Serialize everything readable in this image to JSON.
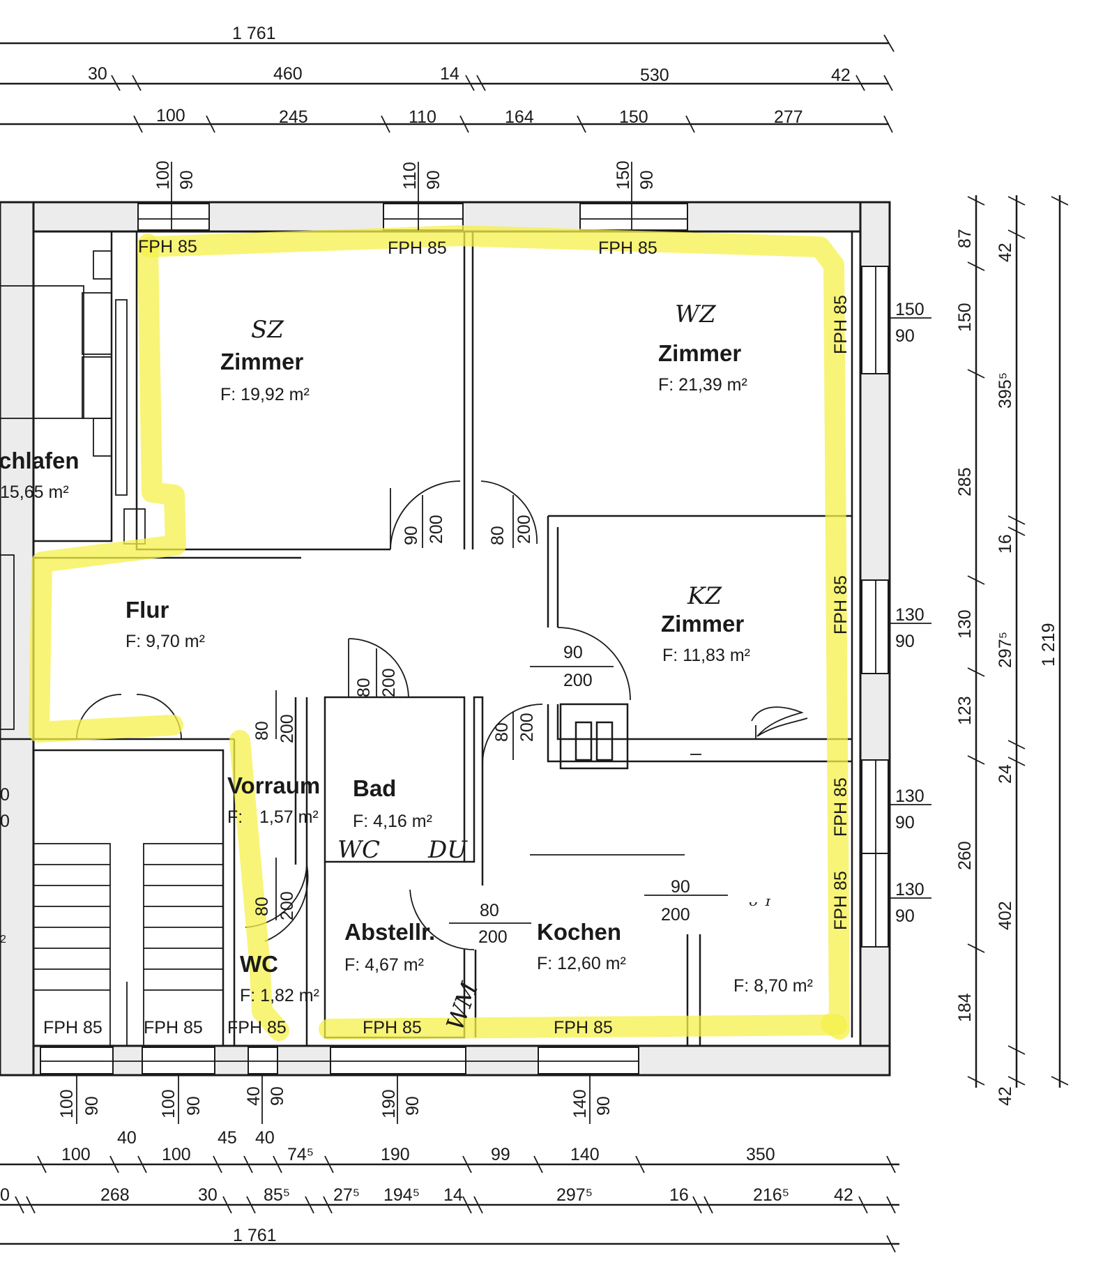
{
  "colors": {
    "highlighter": "#f5f04a",
    "ink": "#1a1a1a",
    "paper": "#ffffff",
    "wall_fill": "#ececec"
  },
  "rooms": {
    "zimmer_sz": {
      "hand": "SZ",
      "name": "Zimmer",
      "area": "F: 19,92 m²"
    },
    "zimmer_wz": {
      "hand": "WZ",
      "name": "Zimmer",
      "area": "F: 21,39 m²"
    },
    "zimmer_kz": {
      "hand": "KZ",
      "name": "Zimmer",
      "area": "F: 11,83 m²"
    },
    "schlafen": {
      "name": "chlafen",
      "area": "15,65 m²"
    },
    "flur": {
      "name": "Flur",
      "area": "F: 9,70 m²"
    },
    "vorraum": {
      "name": "Vorraum",
      "area_prefix": "F:",
      "area": "1,57 m²"
    },
    "bad": {
      "name": "Bad",
      "area": "F: 4,16 m²",
      "hand_wc": "WC",
      "hand_du": "DU"
    },
    "abstellr": {
      "name": "Abstellr.",
      "area": "F:  4,67 m²",
      "hand_wm": "WM"
    },
    "kochen": {
      "name": "Kochen",
      "area": "F: 12,60 m²"
    },
    "essen": {
      "area": "F: 8,70 m²"
    },
    "wc": {
      "name": "WC",
      "area": "F: 1,82 m²"
    }
  },
  "fph_label": "FPH 85",
  "dims_top": {
    "row1": [
      "1 761"
    ],
    "row2": [
      "30",
      "460",
      "14",
      "530",
      "42"
    ],
    "row3": [
      "100",
      "245",
      "110",
      "164",
      "150",
      "277"
    ]
  },
  "dims_bottom": {
    "row1": [
      "100",
      "40",
      "100",
      "45",
      "40",
      "74⁵",
      "190",
      "99",
      "140",
      "350"
    ],
    "row2": [
      "0",
      "268",
      "30",
      "85⁵",
      "27⁵",
      "194⁵",
      "14",
      "297⁵",
      "16",
      "216⁵",
      "42"
    ],
    "row3": [
      "1 761"
    ]
  },
  "dims_right": {
    "col1": [
      "87",
      "150",
      "285",
      "130",
      "123",
      "260",
      "184"
    ],
    "col2": [
      "42",
      "395⁵",
      "16",
      "297⁵",
      "24",
      "402",
      "42"
    ],
    "col3": [
      "1 219"
    ]
  },
  "windows_top": [
    [
      "100",
      "90"
    ],
    [
      "110",
      "90"
    ],
    [
      "150",
      "90"
    ]
  ],
  "windows_right": [
    [
      "150",
      "90"
    ],
    [
      "130",
      "90"
    ],
    [
      "130",
      "90"
    ],
    [
      "130",
      "90"
    ]
  ],
  "windows_bottom": [
    [
      "100",
      "90"
    ],
    [
      "100",
      "90"
    ],
    [
      "40",
      "90"
    ],
    [
      "190",
      "90"
    ],
    [
      "140",
      "90"
    ]
  ],
  "doors": {
    "d1": [
      "90",
      "200"
    ],
    "d2": [
      "80",
      "200"
    ],
    "d3": [
      "80",
      "200"
    ],
    "d4": [
      "80",
      "200"
    ],
    "d5": [
      "80",
      "200"
    ],
    "d6": [
      "80",
      "200"
    ],
    "kz_door": [
      "90",
      "200"
    ],
    "abst_door": [
      "80",
      "200"
    ],
    "kochen_door": [
      "90",
      "200"
    ]
  },
  "left_edge": [
    "0",
    "0",
    "2"
  ],
  "scribble": "ᵕ ᶦ"
}
